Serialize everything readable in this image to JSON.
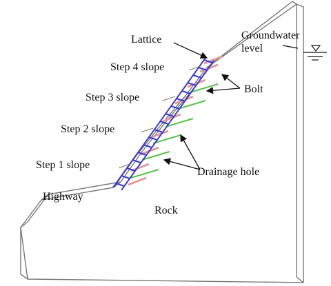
{
  "labels": {
    "lattice": "Lattice",
    "groundwater_line1": "Groundwater",
    "groundwater_line2": "level",
    "step4": "Step 4 slope",
    "step3": "Step 3 slope",
    "step2": "Step 2 slope",
    "step1": "Step 1 slope",
    "bolt": "Bolt",
    "drainage": "Drainage hole",
    "highway": "Highway",
    "rock": "Rock"
  },
  "colors": {
    "outline": "#777777",
    "lattice": "#3a3ad8",
    "bolt": "#e39a9a",
    "drainage": "#55c24a",
    "arrow": "#111111"
  },
  "icons": {
    "water_table": "water-table-symbol"
  }
}
